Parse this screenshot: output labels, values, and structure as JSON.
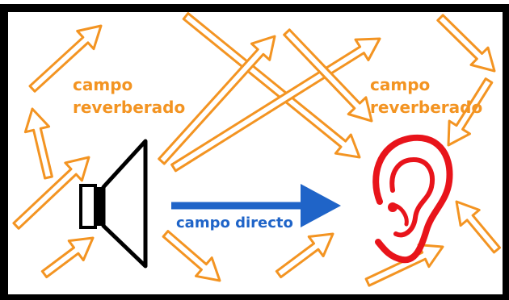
{
  "labels": {
    "reverberant_left_line1": "campo",
    "reverberant_left_line2": "reverberado",
    "reverberant_right_line1": "campo",
    "reverberant_right_line2": "reverberado",
    "direct": "campo directo"
  },
  "colors": {
    "frame": "#000000",
    "background": "#ffffff",
    "reverb_arrow_fill": "#ffffff",
    "reverb_arrow_stroke": "#f39422",
    "reverb_text": "#f39422",
    "direct_arrow": "#1f64c8",
    "direct_text": "#1f64c8",
    "ear": "#e8141b",
    "speaker": "#000000"
  },
  "icons": {
    "speaker": "loudspeaker-icon",
    "ear": "ear-icon"
  }
}
